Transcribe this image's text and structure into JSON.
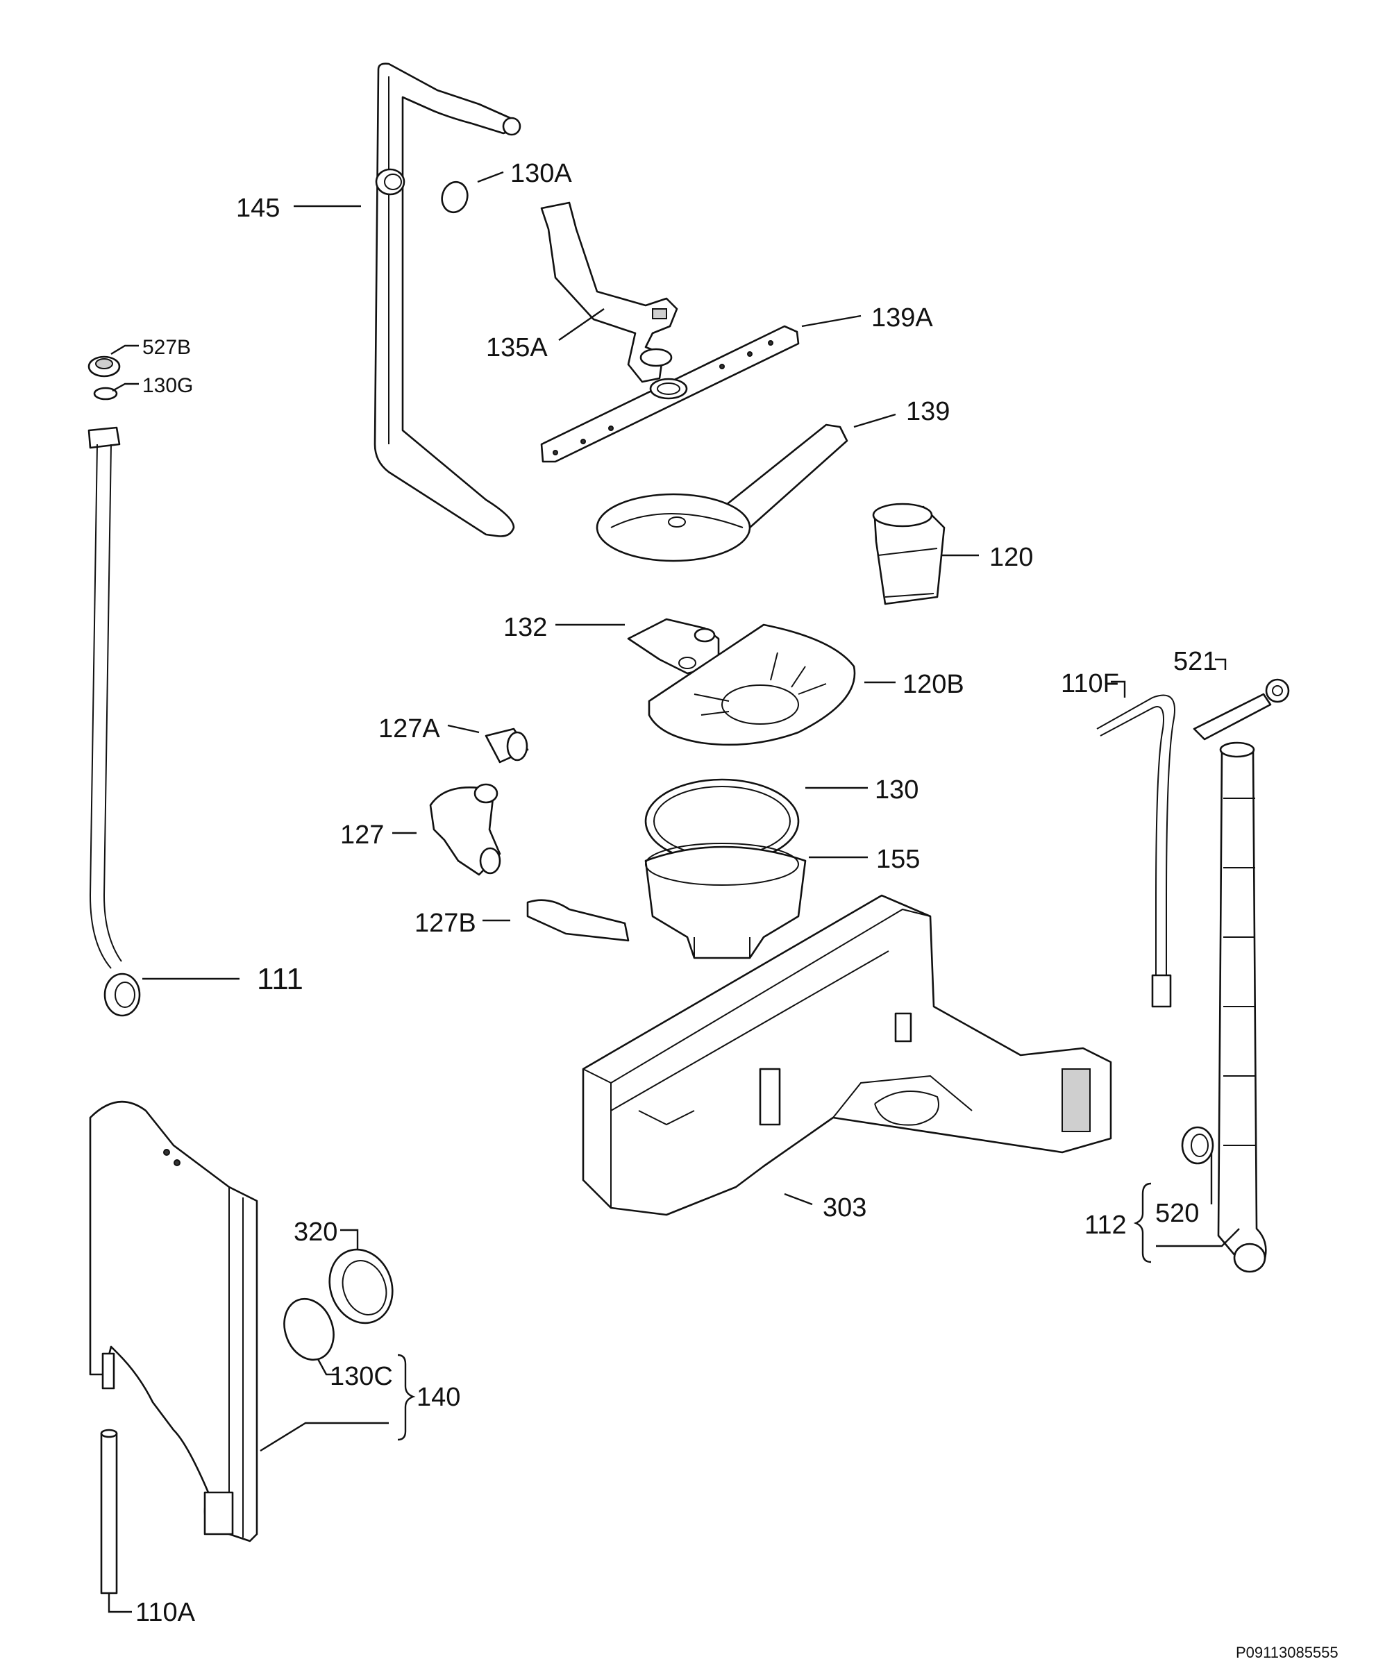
{
  "diagram": {
    "reference_code": "P09113085555",
    "parts": [
      {
        "id": "145",
        "label": "145"
      },
      {
        "id": "130A",
        "label": "130A"
      },
      {
        "id": "135A",
        "label": "135A"
      },
      {
        "id": "139A",
        "label": "139A"
      },
      {
        "id": "139",
        "label": "139"
      },
      {
        "id": "527B",
        "label": "527B"
      },
      {
        "id": "130G",
        "label": "130G"
      },
      {
        "id": "120",
        "label": "120"
      },
      {
        "id": "132",
        "label": "132"
      },
      {
        "id": "120B",
        "label": "120B"
      },
      {
        "id": "110F",
        "label": "110F"
      },
      {
        "id": "521",
        "label": "521"
      },
      {
        "id": "127A",
        "label": "127A"
      },
      {
        "id": "130",
        "label": "130"
      },
      {
        "id": "127",
        "label": "127"
      },
      {
        "id": "155",
        "label": "155"
      },
      {
        "id": "127B",
        "label": "127B"
      },
      {
        "id": "111",
        "label": "111"
      },
      {
        "id": "303",
        "label": "303"
      },
      {
        "id": "112",
        "label": "112"
      },
      {
        "id": "520",
        "label": "520"
      },
      {
        "id": "320",
        "label": "320"
      },
      {
        "id": "130C",
        "label": "130C"
      },
      {
        "id": "140",
        "label": "140"
      },
      {
        "id": "110A",
        "label": "110A"
      }
    ]
  }
}
